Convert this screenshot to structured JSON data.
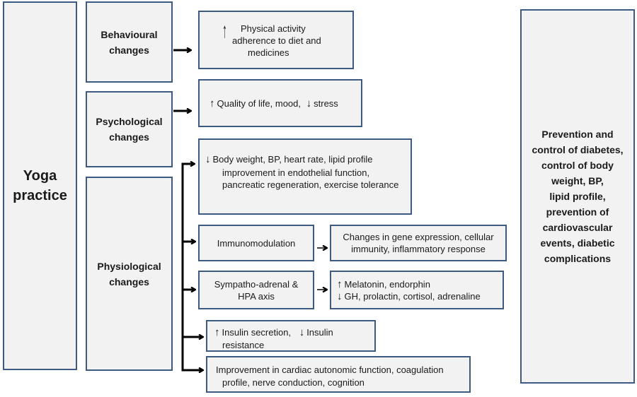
{
  "left": {
    "line1": "Yoga",
    "line2": "practice"
  },
  "categories": {
    "behavioural": {
      "line1": "Behavioural",
      "line2": "changes"
    },
    "psychological": {
      "line1": "Psychological",
      "line2": "changes"
    },
    "physiological": {
      "line1": "Physiological",
      "line2": "changes"
    }
  },
  "effects": {
    "physical_activity": {
      "line1": "Physical activity",
      "line2": "adherence to diet and",
      "line3": "medicines"
    },
    "quality_of_life": {
      "part1": "Quality of life, mood,",
      "part2": "stress"
    },
    "body_weight": {
      "line1": "Body weight, BP, heart rate, lipid profile",
      "line2": "improvement in endothelial function,",
      "line3": "pancreatic regeneration, exercise tolerance"
    },
    "immunomodulation": {
      "label": "Immunomodulation"
    },
    "gene_expression": {
      "line1": "Changes in gene expression, cellular",
      "line2": "immunity, inflammatory response"
    },
    "sympatho_adrenal": {
      "line1": "Sympatho-adrenal &",
      "line2": "HPA axis"
    },
    "melatonin": {
      "line1": "Melatonin, endorphin",
      "line2": "GH, prolactin, cortisol, adrenaline"
    },
    "insulin": {
      "part1": "Insulin secretion,",
      "part2": "Insulin",
      "line2": "resistance"
    },
    "cardiac": {
      "line1": "Improvement in cardiac autonomic function, coagulation",
      "line2": "profile, nerve conduction, cognition"
    }
  },
  "outcome": {
    "lines": [
      "Prevention and",
      "control of diabetes,",
      "control of body",
      "weight, BP,",
      "lipid profile,",
      "prevention of",
      "cardiovascular",
      "events, diabetic",
      "complications"
    ]
  },
  "colors": {
    "border": "#3d5a80",
    "fill": "#f2f2f2",
    "arrow": "#000000"
  }
}
